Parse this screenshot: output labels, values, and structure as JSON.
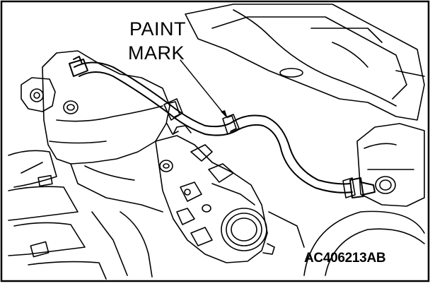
{
  "callout": {
    "line1": "PAINT",
    "line2": "MARK"
  },
  "figure_code": "AC406213AB",
  "colors": {
    "ink": "#000000",
    "paper": "#ffffff"
  }
}
